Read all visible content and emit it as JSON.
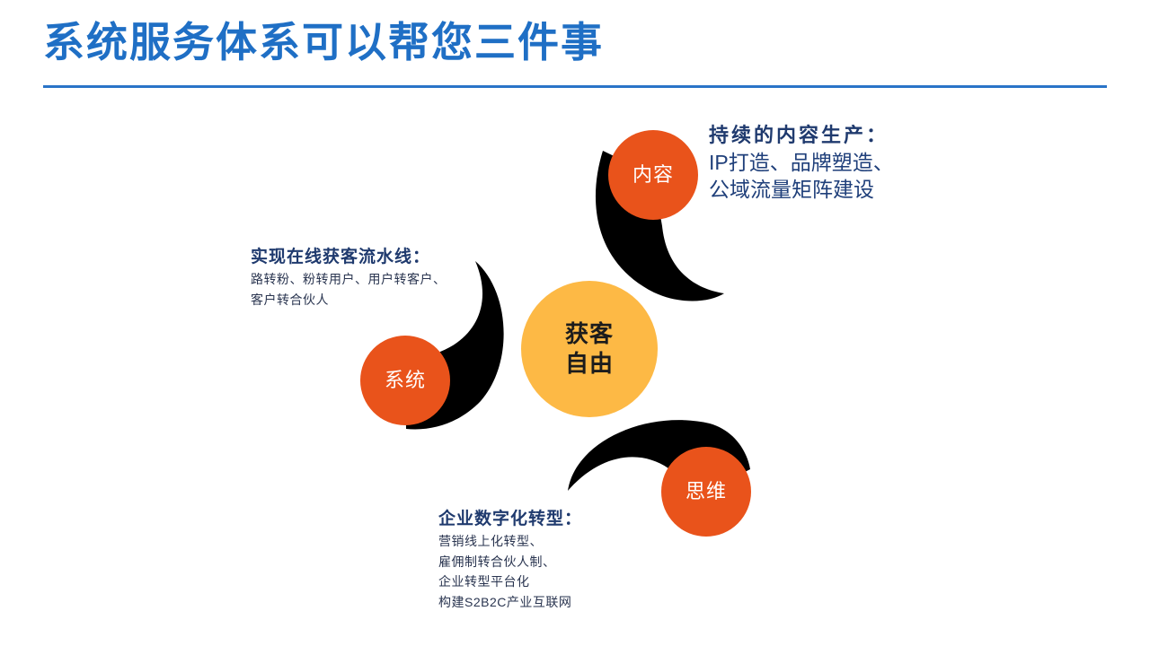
{
  "slide": {
    "title": "系统服务体系可以帮您三件事"
  },
  "center": {
    "line1": "获客",
    "line2": "自由"
  },
  "nodes": {
    "content": "内容",
    "system": "系统",
    "thinking": "思维"
  },
  "content_block": {
    "heading": "持续的内容生产：",
    "lines": [
      "IP打造、品牌塑造、",
      "公域流量矩阵建设"
    ]
  },
  "system_block": {
    "heading": "实现在线获客流水线：",
    "lines": [
      "路转粉、粉转用户、用户转客户、",
      "客户转合伙人"
    ]
  },
  "thinking_block": {
    "heading": "企业数字化转型：",
    "lines": [
      "营销线上化转型、",
      "雇佣制转合伙人制、",
      "企业转型平台化",
      "构建S2B2C产业互联网"
    ]
  },
  "colors": {
    "title": "#1f6fc5",
    "title_rule": "#2a74c8",
    "node_orange": "#e9531b",
    "center_yellow": "#fdb945",
    "swoosh_black": "#000000",
    "heading_navy": "#1f3a6e",
    "content_text": "#1f3f7a",
    "body_text": "#2a3550"
  }
}
